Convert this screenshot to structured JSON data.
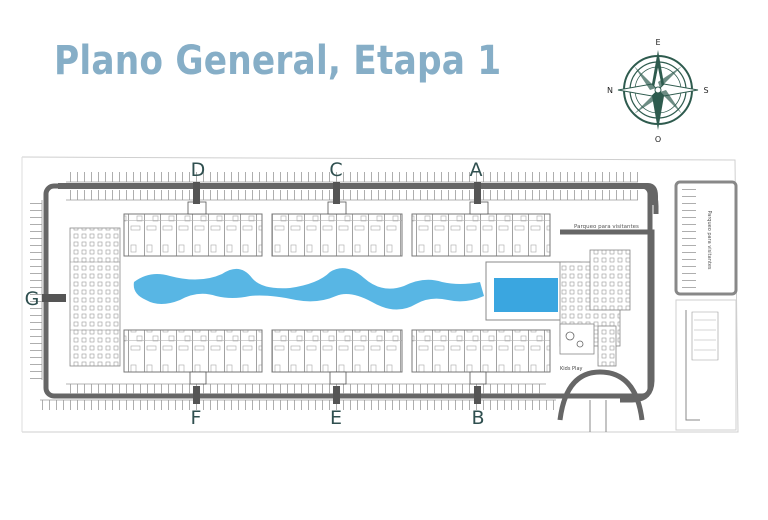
{
  "title": "Plano General, Etapa 1",
  "compass": {
    "n": "N",
    "e": "E",
    "s": "S",
    "o": "O"
  },
  "blocks": [
    {
      "id": "A",
      "label": "A"
    },
    {
      "id": "B",
      "label": "B"
    },
    {
      "id": "C",
      "label": "C"
    },
    {
      "id": "D",
      "label": "D"
    },
    {
      "id": "E",
      "label": "E"
    },
    {
      "id": "F",
      "label": "F"
    },
    {
      "id": "G",
      "label": "G"
    }
  ],
  "areas": {
    "visitor_parking": "Parqueo para visitantes",
    "visitor_parking_side": "Parqueo para visitantes",
    "kids_play": "Kids Play"
  },
  "colors": {
    "title": "#86aec7",
    "water": "#4fb2e3",
    "pool": "#3aa6e0",
    "road": "#666666",
    "block_label": "#2f4f4f",
    "compass": "#2e5b4e"
  }
}
